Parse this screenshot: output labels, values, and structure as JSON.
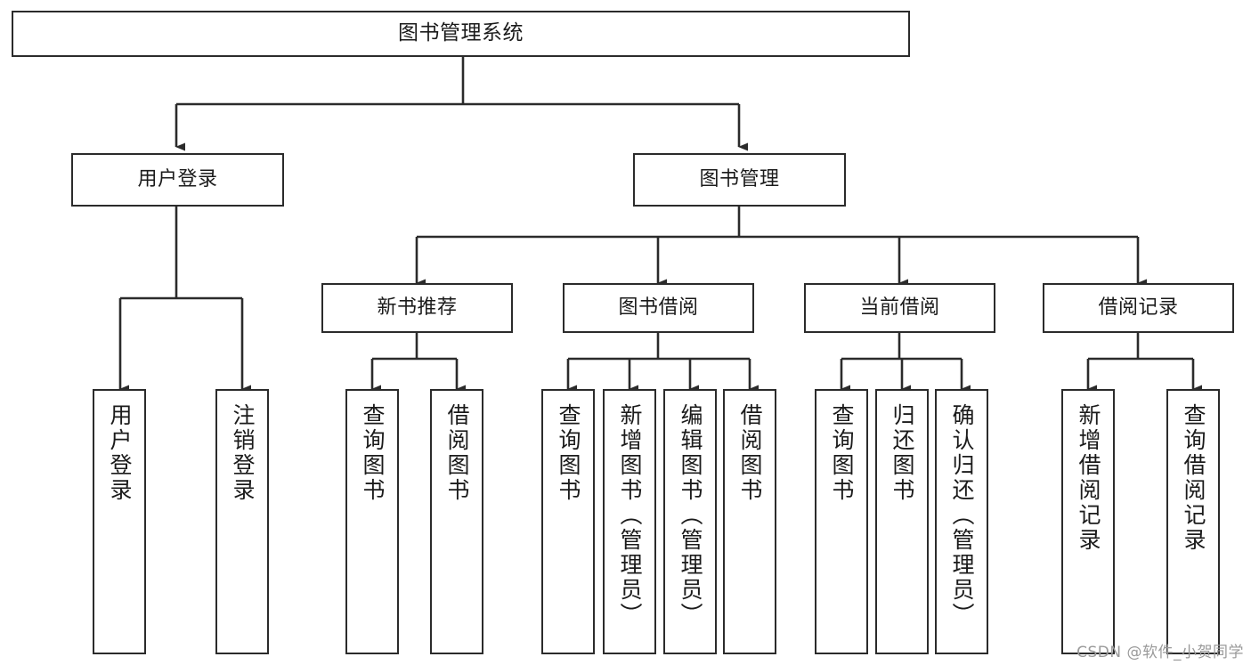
{
  "diagram": {
    "type": "tree",
    "title": "图书管理系统",
    "root": {
      "label": "图书管理系统"
    },
    "level2": [
      {
        "label": "用户登录"
      },
      {
        "label": "图书管理"
      }
    ],
    "level3": [
      {
        "label": "新书推荐"
      },
      {
        "label": "图书借阅"
      },
      {
        "label": "当前借阅"
      },
      {
        "label": "借阅记录"
      }
    ],
    "leaves": {
      "user_login": [
        {
          "label": "用户登录"
        },
        {
          "label": "注销登录"
        }
      ],
      "new_book_recommend": [
        {
          "label": "查询图书"
        },
        {
          "label": "借阅图书"
        }
      ],
      "book_borrow": [
        {
          "label": "查询图书"
        },
        {
          "label": "新增图书（管理员）"
        },
        {
          "label": "编辑图书（管理员）"
        },
        {
          "label": "借阅图书"
        }
      ],
      "current_borrow": [
        {
          "label": "查询图书"
        },
        {
          "label": "归还图书"
        },
        {
          "label": "确认归还（管理员）"
        }
      ],
      "borrow_record": [
        {
          "label": "新增借阅记录"
        },
        {
          "label": "查询借阅记录"
        }
      ]
    }
  },
  "watermark": {
    "text": "CSDN @软件_小贺同学"
  },
  "colors": {
    "stroke": "#2b2b2b",
    "background": "#ffffff",
    "text": "#1b1b1b",
    "watermark": "#9a9a9a"
  }
}
